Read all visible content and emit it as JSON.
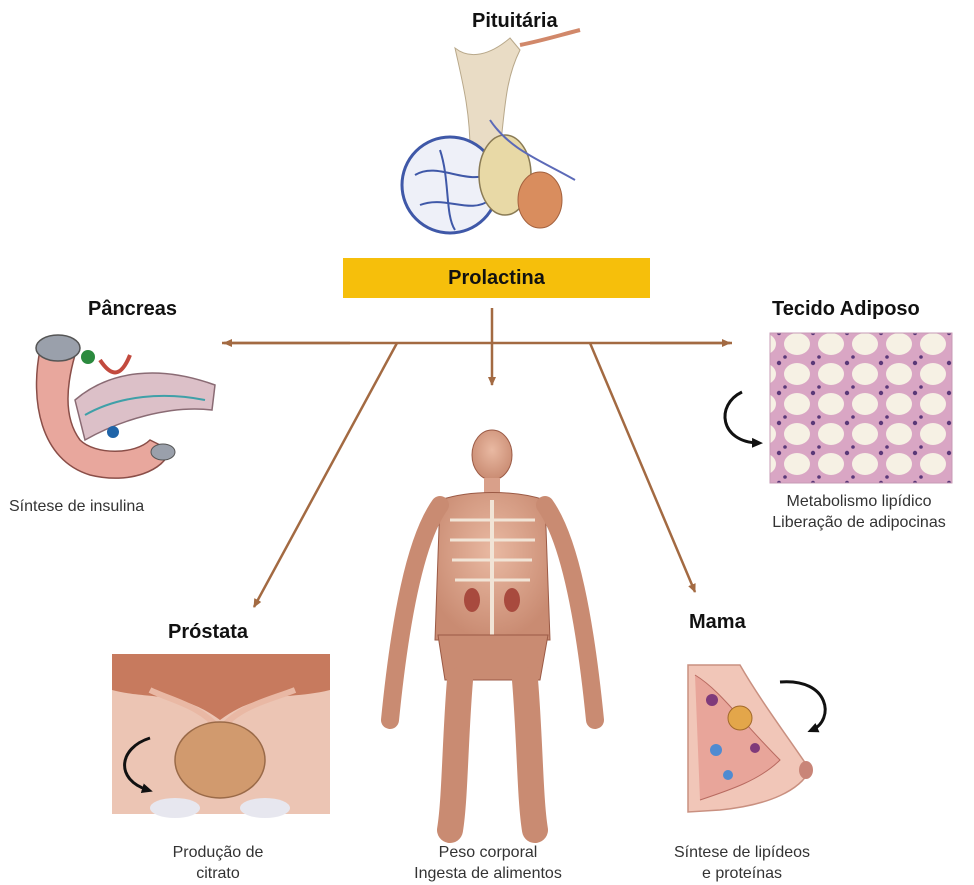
{
  "colors": {
    "arrow": "#a36a42",
    "hub_fill": "#f6bf0b",
    "cycle_arrow": "#111111"
  },
  "hub": {
    "label": "Prolactina"
  },
  "nodes": {
    "pituitaria": {
      "title": "Pituitária",
      "icon": "pituitary-illustration"
    },
    "pancreas": {
      "title": "Pâncreas",
      "caption": "Síntese de insulina",
      "icon": "pancreas-illustration"
    },
    "adiposo": {
      "title": "Tecido Adiposo",
      "caption_1": "Metabolismo lipídico",
      "caption_2": "Liberação de adipocinas",
      "icon": "adipose-tissue-micrograph"
    },
    "prostata": {
      "title": "Próstata",
      "caption_1": "Produção de",
      "caption_2": "citrato",
      "icon": "prostate-illustration"
    },
    "corpo": {
      "caption_1": "Peso corporal",
      "caption_2": "Ingesta de alimentos",
      "icon": "human-body-anatomy"
    },
    "mama": {
      "title": "Mama",
      "caption_1": "Síntese de lipídeos",
      "caption_2": "e proteínas",
      "icon": "breast-anatomy"
    }
  }
}
